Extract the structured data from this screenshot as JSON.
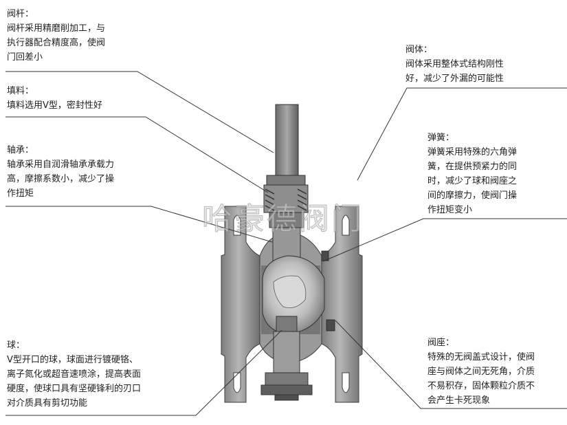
{
  "watermark": "哈豪德阀门",
  "callouts": {
    "stem": {
      "title": "阀杆：",
      "lines": [
        "阀杆采用精磨削加工，与",
        "执行器配合精度高，使阀",
        "门回差小"
      ]
    },
    "packing": {
      "title": "填料：",
      "lines": [
        "填料选用V型，密封性好"
      ]
    },
    "bearing": {
      "title": "轴承：",
      "lines": [
        "轴承采用自润滑轴承承载力",
        "高，摩擦系数小，减少了操",
        "作扭矩"
      ]
    },
    "ball": {
      "title": "球：",
      "lines": [
        "V型开口的球，球面进行镀硬铬、",
        "离子氮化或超音速喷涂，提高表面",
        "硬度，使球口具有坚硬锋利的刃口",
        "对介质具有剪切功能"
      ]
    },
    "body": {
      "title": "阀体：",
      "lines": [
        "阀体采用整体式结构刚性",
        "好，减少了外漏的可能性"
      ]
    },
    "spring": {
      "title": "弹簧：",
      "lines": [
        "弹簧采用特殊的六角弹",
        "簧，在提供预紧力的同",
        "时，减少了球和阀座之",
        "间的摩擦力，使阀门操",
        "作扭矩变小"
      ]
    },
    "seat": {
      "title": "阀座：",
      "lines": [
        "特殊的无阀盖式设计，使阀",
        "座与阀体之间无死角，介质",
        "不易积存，固体颗粒介质不",
        "会产生卡死现象"
      ]
    }
  },
  "colors": {
    "text": "#222222",
    "leader": "#333333",
    "metal": "#8c8c8c",
    "dark": "#4a4a4a"
  }
}
